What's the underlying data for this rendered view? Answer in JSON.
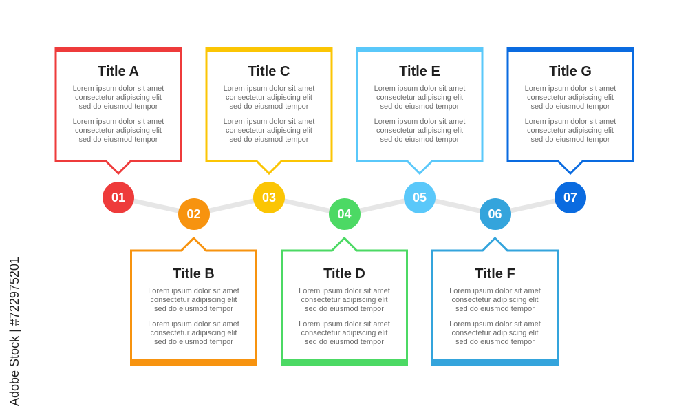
{
  "steps": [
    {
      "number": "01",
      "title": "Title A",
      "para1": [
        "Lorem ipsum dolor sit amet",
        "consectetur adipiscing elit",
        "sed do eiusmod tempor"
      ],
      "para2": [
        "Lorem ipsum dolor sit amet",
        "consectetur adipiscing elit",
        "sed do eiusmod tempor"
      ],
      "color": "#ee3b3b",
      "position": "top"
    },
    {
      "number": "02",
      "title": "Title B",
      "para1": [
        "Lorem ipsum dolor sit amet",
        "consectetur adipiscing elit",
        "sed do eiusmod tempor"
      ],
      "para2": [
        "Lorem ipsum dolor sit amet",
        "consectetur adipiscing elit",
        "sed do eiusmod tempor"
      ],
      "color": "#f7930f",
      "position": "bottom"
    },
    {
      "number": "03",
      "title": "Title C",
      "para1": [
        "Lorem ipsum dolor sit amet",
        "consectetur adipiscing elit",
        "sed do eiusmod tempor"
      ],
      "para2": [
        "Lorem ipsum dolor sit amet",
        "consectetur adipiscing elit",
        "sed do eiusmod tempor"
      ],
      "color": "#fbc504",
      "position": "top"
    },
    {
      "number": "04",
      "title": "Title D",
      "para1": [
        "Lorem ipsum dolor sit amet",
        "consectetur adipiscing elit",
        "sed do eiusmod tempor"
      ],
      "para2": [
        "Lorem ipsum dolor sit amet",
        "consectetur adipiscing elit",
        "sed do eiusmod tempor"
      ],
      "color": "#4cd964",
      "position": "bottom"
    },
    {
      "number": "05",
      "title": "Title E",
      "para1": [
        "Lorem ipsum dolor sit amet",
        "consectetur adipiscing elit",
        "sed do eiusmod tempor"
      ],
      "para2": [
        "Lorem ipsum dolor sit amet",
        "consectetur adipiscing elit",
        "sed do eiusmod tempor"
      ],
      "color": "#5ac8fa",
      "position": "top"
    },
    {
      "number": "06",
      "title": "Title F",
      "para1": [
        "Lorem ipsum dolor sit amet",
        "consectetur adipiscing elit",
        "sed do eiusmod tempor"
      ],
      "para2": [
        "Lorem ipsum dolor sit amet",
        "consectetur adipiscing elit",
        "sed do eiusmod tempor"
      ],
      "color": "#34a4dc",
      "position": "bottom"
    },
    {
      "number": "07",
      "title": "Title G",
      "para1": [
        "Lorem ipsum dolor sit amet",
        "consectetur adipiscing elit",
        "sed do eiusmod tempor"
      ],
      "para2": [
        "Lorem ipsum dolor sit amet",
        "consectetur adipiscing elit",
        "sed do eiusmod tempor"
      ],
      "color": "#0a6be0",
      "position": "top"
    }
  ],
  "connector_color": "#e6e6e6",
  "side_label": {
    "brand": "Adobe Stock",
    "separator": "|",
    "id": "#722975201"
  }
}
